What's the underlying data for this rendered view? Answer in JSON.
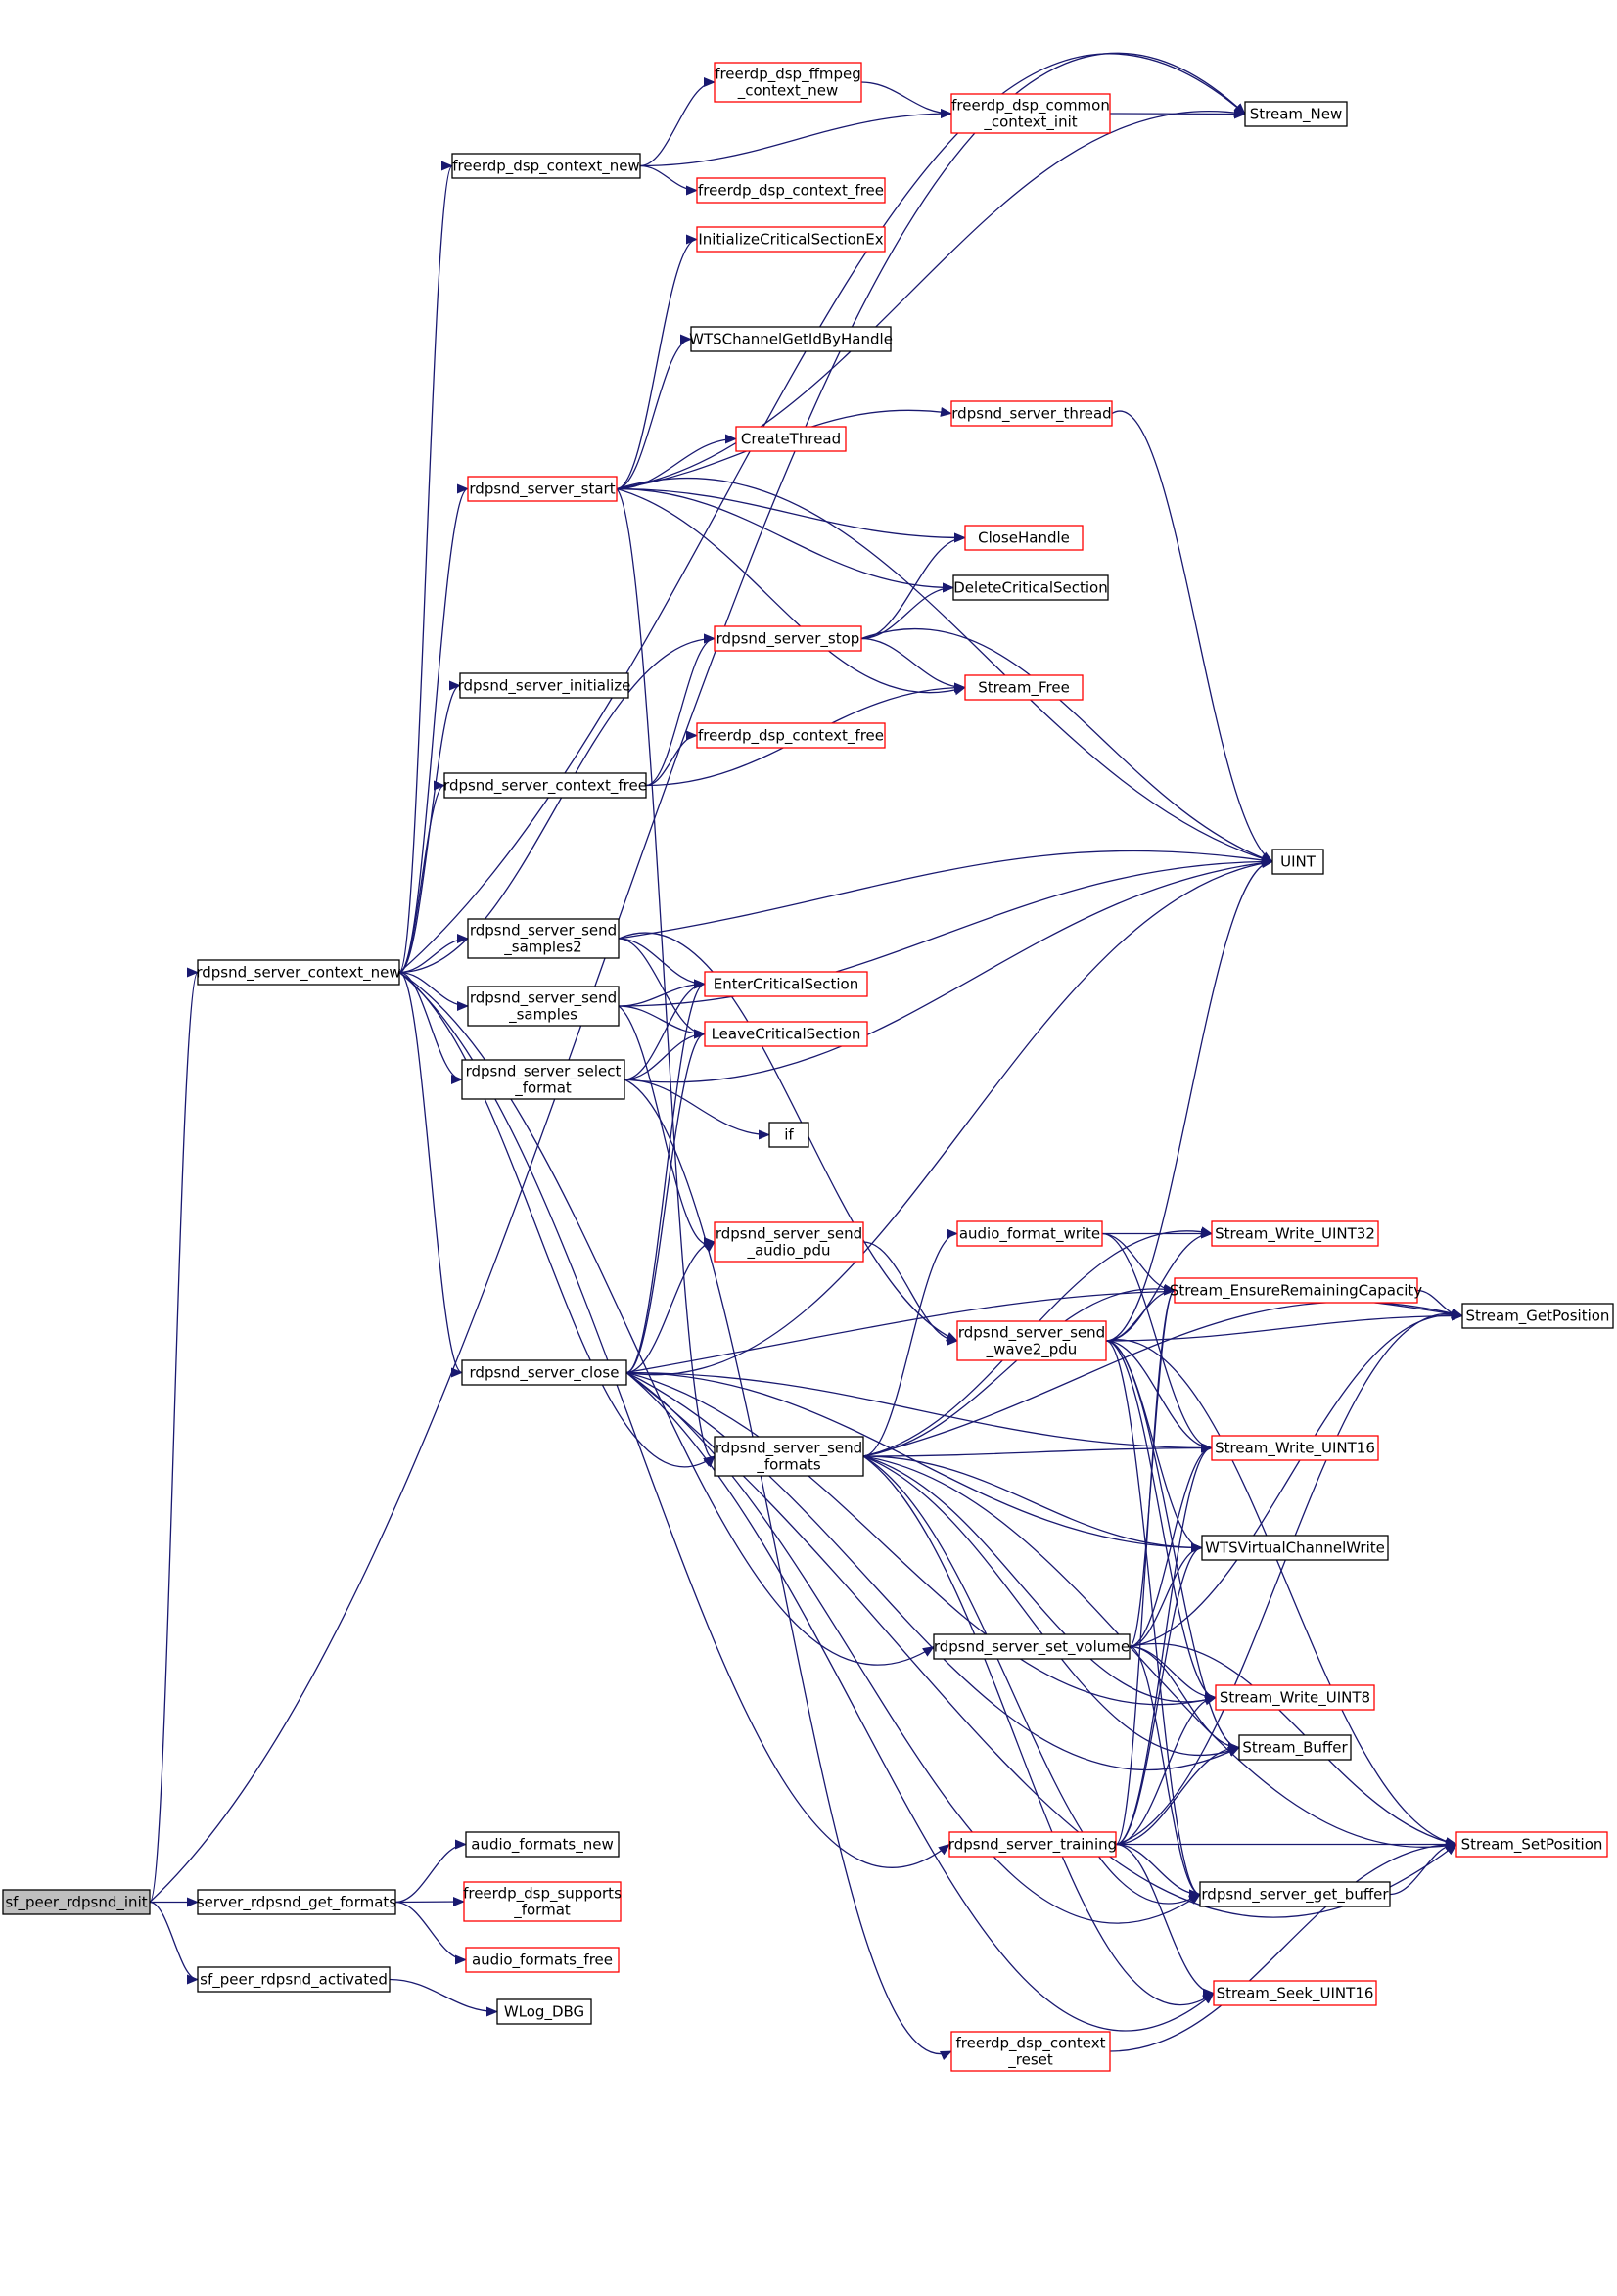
{
  "colors": {
    "edge": "#191970",
    "border_default": "#000000",
    "border_truncated": "#ff0000",
    "fill_default": "#ffffff",
    "fill_root": "#bfbfbf"
  },
  "nodes": [
    {
      "id": "sf_peer_rdpsnd_init",
      "lines": [
        "sf_peer_rdpsnd_init"
      ],
      "style": "root"
    },
    {
      "id": "rdpsnd_server_context_new",
      "lines": [
        "rdpsnd_server_context_new"
      ],
      "style": "normal"
    },
    {
      "id": "server_rdpsnd_get_formats",
      "lines": [
        "server_rdpsnd_get_formats"
      ],
      "style": "normal"
    },
    {
      "id": "sf_peer_rdpsnd_activated",
      "lines": [
        "sf_peer_rdpsnd_activated"
      ],
      "style": "normal"
    },
    {
      "id": "freerdp_dsp_context_new",
      "lines": [
        "freerdp_dsp_context_new"
      ],
      "style": "normal"
    },
    {
      "id": "freerdp_dsp_ffmpeg_context_new",
      "lines": [
        "freerdp_dsp_ffmpeg",
        "_context_new"
      ],
      "style": "red"
    },
    {
      "id": "freerdp_dsp_common_context_init",
      "lines": [
        "freerdp_dsp_common",
        "_context_init"
      ],
      "style": "red"
    },
    {
      "id": "Stream_New",
      "lines": [
        "Stream_New"
      ],
      "style": "normal"
    },
    {
      "id": "freerdp_dsp_context_free_1",
      "lines": [
        "freerdp_dsp_context_free"
      ],
      "style": "red"
    },
    {
      "id": "InitializeCriticalSectionEx",
      "lines": [
        "InitializeCriticalSectionEx"
      ],
      "style": "red"
    },
    {
      "id": "WTSChannelGetIdByHandle",
      "lines": [
        "WTSChannelGetIdByHandle"
      ],
      "style": "normal"
    },
    {
      "id": "rdpsnd_server_thread",
      "lines": [
        "rdpsnd_server_thread"
      ],
      "style": "red"
    },
    {
      "id": "CreateThread",
      "lines": [
        "CreateThread"
      ],
      "style": "red"
    },
    {
      "id": "rdpsnd_server_start",
      "lines": [
        "rdpsnd_server_start"
      ],
      "style": "red"
    },
    {
      "id": "CloseHandle",
      "lines": [
        "CloseHandle"
      ],
      "style": "red"
    },
    {
      "id": "DeleteCriticalSection",
      "lines": [
        "DeleteCriticalSection"
      ],
      "style": "normal"
    },
    {
      "id": "rdpsnd_server_stop",
      "lines": [
        "rdpsnd_server_stop"
      ],
      "style": "red"
    },
    {
      "id": "Stream_Free",
      "lines": [
        "Stream_Free"
      ],
      "style": "red"
    },
    {
      "id": "rdpsnd_server_initialize",
      "lines": [
        "rdpsnd_server_initialize"
      ],
      "style": "normal"
    },
    {
      "id": "freerdp_dsp_context_free_2",
      "lines": [
        "freerdp_dsp_context_free"
      ],
      "style": "red"
    },
    {
      "id": "rdpsnd_server_context_free",
      "lines": [
        "rdpsnd_server_context_free"
      ],
      "style": "normal"
    },
    {
      "id": "UINT",
      "lines": [
        "UINT"
      ],
      "style": "normal"
    },
    {
      "id": "rdpsnd_server_send_samples2",
      "lines": [
        "rdpsnd_server_send",
        "_samples2"
      ],
      "style": "normal"
    },
    {
      "id": "EnterCriticalSection",
      "lines": [
        "EnterCriticalSection"
      ],
      "style": "red"
    },
    {
      "id": "rdpsnd_server_send_samples",
      "lines": [
        "rdpsnd_server_send",
        "_samples"
      ],
      "style": "normal"
    },
    {
      "id": "LeaveCriticalSection",
      "lines": [
        "LeaveCriticalSection"
      ],
      "style": "red"
    },
    {
      "id": "rdpsnd_server_select_format",
      "lines": [
        "rdpsnd_server_select",
        "_format"
      ],
      "style": "normal"
    },
    {
      "id": "if",
      "lines": [
        "if"
      ],
      "style": "normal"
    },
    {
      "id": "rdpsnd_server_send_audio_pdu",
      "lines": [
        "rdpsnd_server_send",
        "_audio_pdu"
      ],
      "style": "red"
    },
    {
      "id": "audio_format_write",
      "lines": [
        "audio_format_write"
      ],
      "style": "red"
    },
    {
      "id": "Stream_Write_UINT32",
      "lines": [
        "Stream_Write_UINT32"
      ],
      "style": "red"
    },
    {
      "id": "Stream_EnsureRemainingCapacity",
      "lines": [
        "Stream_EnsureRemainingCapacity"
      ],
      "style": "red"
    },
    {
      "id": "Stream_GetPosition",
      "lines": [
        "Stream_GetPosition"
      ],
      "style": "normal"
    },
    {
      "id": "rdpsnd_server_send_wave2_pdu",
      "lines": [
        "rdpsnd_server_send",
        "_wave2_pdu"
      ],
      "style": "red"
    },
    {
      "id": "rdpsnd_server_close",
      "lines": [
        "rdpsnd_server_close"
      ],
      "style": "normal"
    },
    {
      "id": "rdpsnd_server_send_formats",
      "lines": [
        "rdpsnd_server_send",
        "_formats"
      ],
      "style": "normal"
    },
    {
      "id": "Stream_Write_UINT16",
      "lines": [
        "Stream_Write_UINT16"
      ],
      "style": "red"
    },
    {
      "id": "WTSVirtualChannelWrite",
      "lines": [
        "WTSVirtualChannelWrite"
      ],
      "style": "normal"
    },
    {
      "id": "rdpsnd_server_set_volume",
      "lines": [
        "rdpsnd_server_set_volume"
      ],
      "style": "normal"
    },
    {
      "id": "Stream_Write_UINT8",
      "lines": [
        "Stream_Write_UINT8"
      ],
      "style": "red"
    },
    {
      "id": "Stream_Buffer",
      "lines": [
        "Stream_Buffer"
      ],
      "style": "normal"
    },
    {
      "id": "rdpsnd_server_training",
      "lines": [
        "rdpsnd_server_training"
      ],
      "style": "red"
    },
    {
      "id": "Stream_SetPosition",
      "lines": [
        "Stream_SetPosition"
      ],
      "style": "red"
    },
    {
      "id": "rdpsnd_server_get_buffer",
      "lines": [
        "rdpsnd_server_get_buffer"
      ],
      "style": "normal"
    },
    {
      "id": "audio_formats_new",
      "lines": [
        "audio_formats_new"
      ],
      "style": "normal"
    },
    {
      "id": "freerdp_dsp_supports_format",
      "lines": [
        "freerdp_dsp_supports",
        "_format"
      ],
      "style": "red"
    },
    {
      "id": "audio_formats_free",
      "lines": [
        "audio_formats_free"
      ],
      "style": "red"
    },
    {
      "id": "Stream_Seek_UINT16",
      "lines": [
        "Stream_Seek_UINT16"
      ],
      "style": "red"
    },
    {
      "id": "WLog_DBG",
      "lines": [
        "WLog_DBG"
      ],
      "style": "normal"
    },
    {
      "id": "freerdp_dsp_context_reset",
      "lines": [
        "freerdp_dsp_context",
        "_reset"
      ],
      "style": "red"
    }
  ]
}
